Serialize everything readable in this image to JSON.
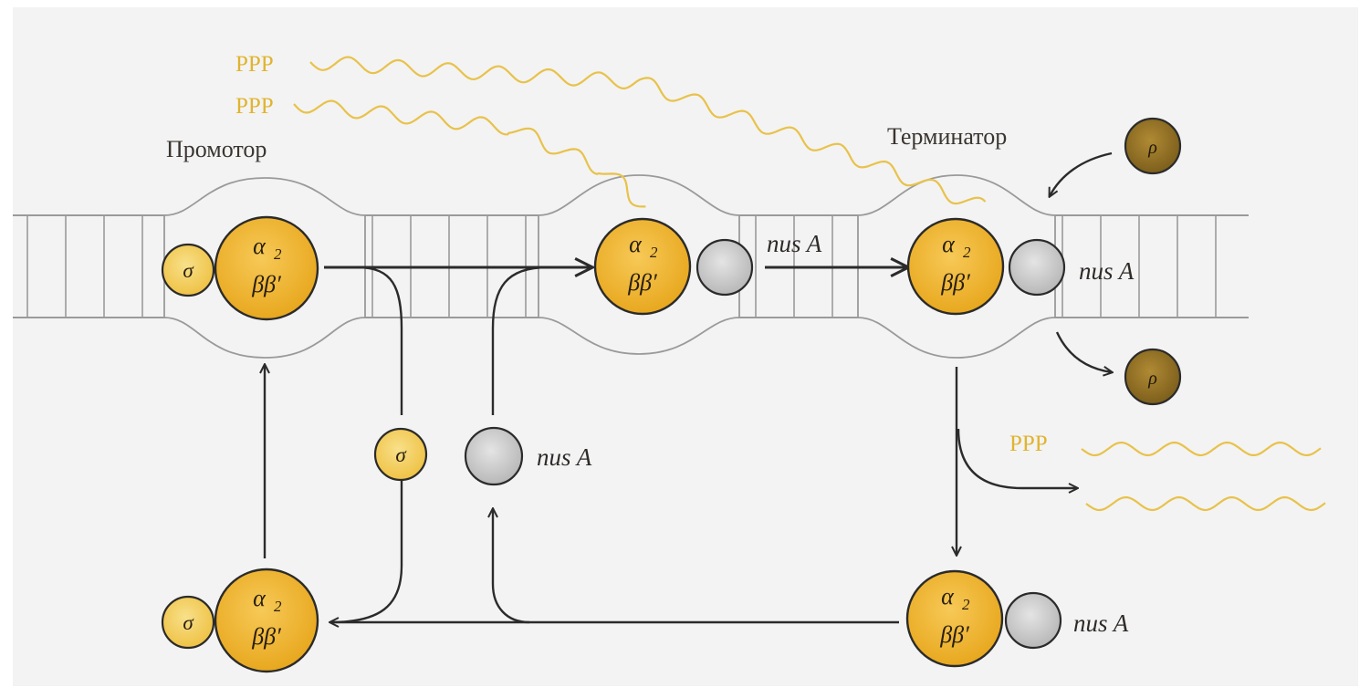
{
  "labels": {
    "promoter": "Промотор",
    "terminator": "Терминатор",
    "nus_a": "nus A",
    "ppp": "PPP",
    "sigma": "σ",
    "rho": "ρ",
    "alpha": "α",
    "alpha_sub": "2",
    "beta_beta_prime": "ββ′"
  },
  "colors": {
    "background": "#ffffff",
    "panel": "#f3f3f3",
    "dna": "#9a9a9a",
    "core_enzyme": "#f0b836",
    "sigma_factor": "#f5d468",
    "nus_a_factor": "#cfcfcf",
    "rho_factor": "#9c7a2a",
    "rna": "#e8c24a",
    "arrow": "#2b2b2b"
  }
}
